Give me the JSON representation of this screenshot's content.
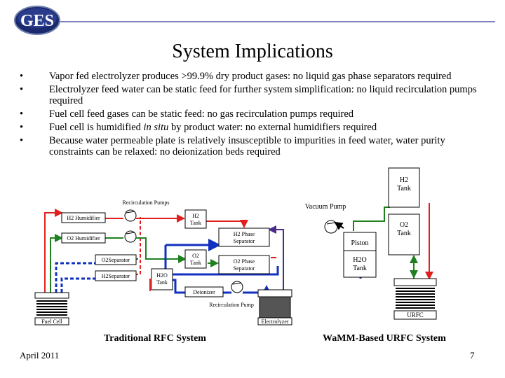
{
  "header": {
    "logo_text": "GES",
    "colors": {
      "accent_line": "#8080c0",
      "logo_dark": "#1a2a6c"
    }
  },
  "slide": {
    "title": "System Implications",
    "bullets": [
      {
        "marker": "•",
        "text": "Vapor fed electrolyzer produces >99.9% dry product gases: no liquid gas phase separators required"
      },
      {
        "marker": "•",
        "text": "Electrolyzer feed water can be static feed for further system simplification: no liquid recirculation pumps required"
      },
      {
        "marker": "•",
        "text": "Fuel cell feed gases can be static feed: no gas recirculation pumps required"
      },
      {
        "marker": "•",
        "text_before": "Fuel cell is humidified ",
        "text_italic": "in situ",
        "text_after": " by product water: no external humidifiers required"
      },
      {
        "marker": "•",
        "text": "Because water permeable plate is relatively insusceptible to impurities in feed water, water purity constraints can be relaxed: no deionization beds required"
      }
    ]
  },
  "diagram_traditional": {
    "caption": "Traditional RFC System",
    "labels": {
      "recirculation_pumps": "Recirculation Pumps",
      "h2_humidifier": "H2 Humidifier",
      "o2_humidifier": "O2 Humidifier",
      "o2_separator": "O2Separator",
      "h2_separator": "H2Separator",
      "h2_tank_line1": "H2",
      "h2_tank_line2": "Tank",
      "o2_tank_line1": "O2",
      "o2_tank_line2": "Tank",
      "h2o_tank_line1": "H2O",
      "h2o_tank_line2": "Tank",
      "h2_phase_sep_line1": "H2 Phase",
      "h2_phase_sep_line2": "Separator",
      "o2_phase_sep_line1": "O2 Phase",
      "o2_phase_sep_line2": "Separator",
      "deionizer": "Deionizer",
      "recirculation_pump": "Recirculation Pump",
      "fuel_cell": "Fuel Cell",
      "electrolyzer": "Electrolyzer"
    }
  },
  "diagram_wamm": {
    "caption": "WaMM-Based URFC System",
    "labels": {
      "vacuum_pump": "Vacuum Pump",
      "h2_tank_line1": "H2",
      "h2_tank_line2": "Tank",
      "o2_tank_line1": "O2",
      "o2_tank_line2": "Tank",
      "piston": "Piston",
      "h2o_tank_line1": "H2O",
      "h2o_tank_line2": "Tank",
      "urfc": "URFC"
    }
  },
  "flow_colors": {
    "hydrogen": "#e02020",
    "oxygen": "#208020",
    "water": "#1030c0",
    "purple": "#4b2a8a"
  },
  "footer": {
    "date": "April 2011",
    "page_number": "7"
  }
}
